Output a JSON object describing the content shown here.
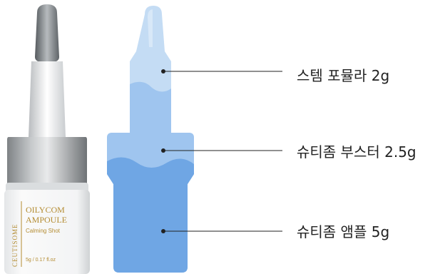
{
  "product": {
    "brand_vertical": "CEUTISOME",
    "name_line1": "OILYCOM",
    "name_line2": "AMPOULE",
    "subtitle": "Calming Shot",
    "volume": "5g / 0.17 fl.oz"
  },
  "callouts": [
    {
      "label": "스템 포뮬라 2g"
    },
    {
      "label": "슈티좀 부스터 2.5g"
    },
    {
      "label": "슈티좀 앰플 5g"
    }
  ],
  "colors": {
    "diagram_light": "#c4dcf4",
    "diagram_mid": "#9fc5ef",
    "diagram_main": "#6fa6e4",
    "line": "#222222",
    "gold": "#b48c32"
  }
}
